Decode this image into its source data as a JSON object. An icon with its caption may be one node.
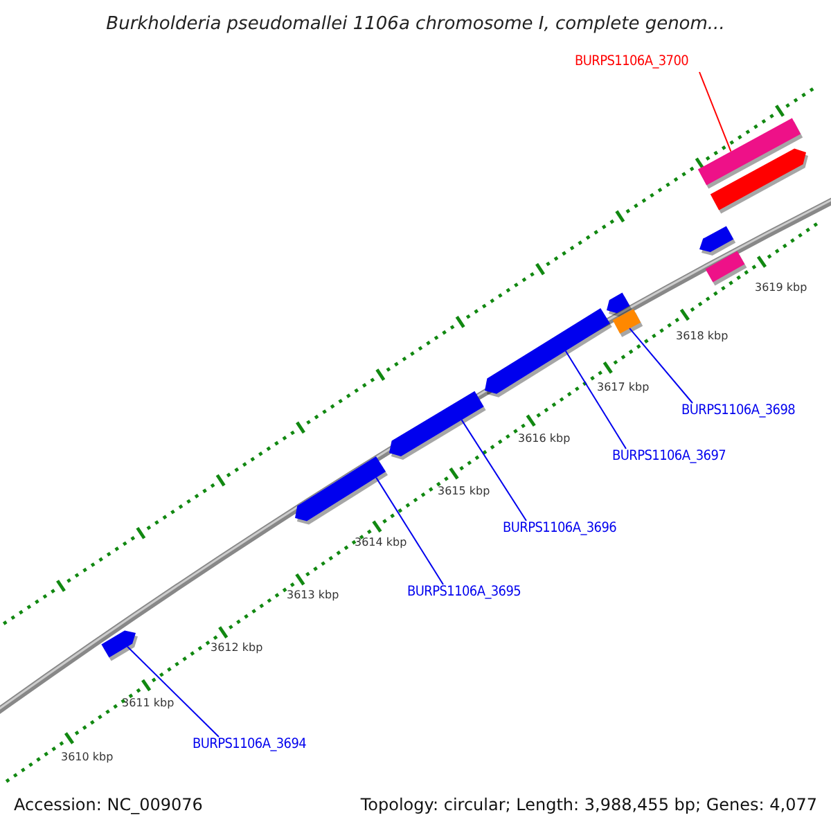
{
  "diagram": {
    "title": "Burkholderia pseudomallei 1106a chromosome I, complete genom...",
    "nodes": [
      {
        "text": [
          "BURPS1106A_3700"
        ]
      },
      {
        "text": [
          "BURPS1106A_3698"
        ]
      },
      {
        "text": [
          "BURPS1106A_3697"
        ]
      },
      {
        "text": [
          "BURPS1106A_3696"
        ]
      },
      {
        "text": [
          "BURPS1106A_3695"
        ]
      },
      {
        "text": [
          "BURPS1106A_3694"
        ]
      },
      {
        "text": [],
        "shape": "bar"
      },
      {
        "text": [],
        "shape": "bar"
      },
      {
        "text": [],
        "shape": "bar"
      },
      {
        "text": [],
        "shape": "bar"
      },
      {
        "text": [],
        "shape": "bar"
      },
      {
        "text": [],
        "shape": "bar"
      },
      {
        "text": [],
        "shape": "bar"
      },
      {
        "text": [],
        "shape": "bar"
      },
      {
        "text": [],
        "shape": "bar"
      },
      {
        "text": [],
        "shape": "bar"
      }
    ],
    "edges": [
      {
        "from": 0,
        "to": 13,
        "arrow": "none",
        "color": "#ff0000"
      },
      {
        "from": 1,
        "to": 11,
        "arrow": "none"
      },
      {
        "from": 2,
        "to": 9,
        "arrow": "none"
      },
      {
        "from": 3,
        "to": 8,
        "arrow": "none"
      },
      {
        "from": 4,
        "to": 7,
        "arrow": "none"
      },
      {
        "from": 5,
        "to": 6,
        "arrow": "none"
      }
    ],
    "labels": [
      "3619 kbp",
      "3618 kbp",
      "3617 kbp",
      "3616 kbp",
      "3615 kbp",
      "3614 kbp",
      "3613 kbp",
      "3612 kbp",
      "3611 kbp",
      "3610 kbp",
      "Accession: NC_009076",
      "Topology: circular; Length: 3,988,455 bp; Genes: 4,077"
    ]
  }
}
